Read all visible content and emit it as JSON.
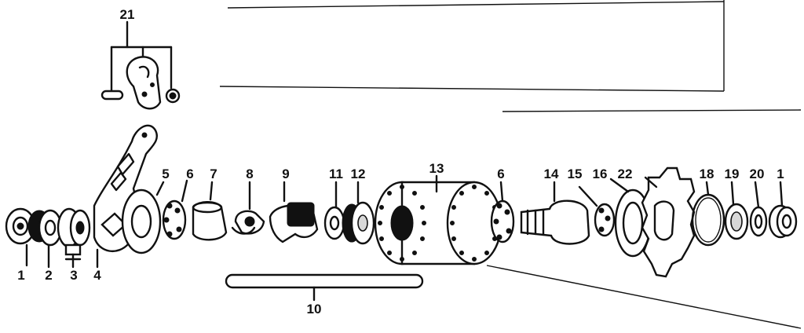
{
  "diagram": {
    "callouts": [
      "1",
      "2",
      "3",
      "4",
      "5",
      "6",
      "7",
      "8",
      "9",
      "10",
      "11",
      "12",
      "13",
      "6",
      "14",
      "15",
      "16",
      "22",
      "18",
      "19",
      "20",
      "1",
      "21"
    ]
  }
}
